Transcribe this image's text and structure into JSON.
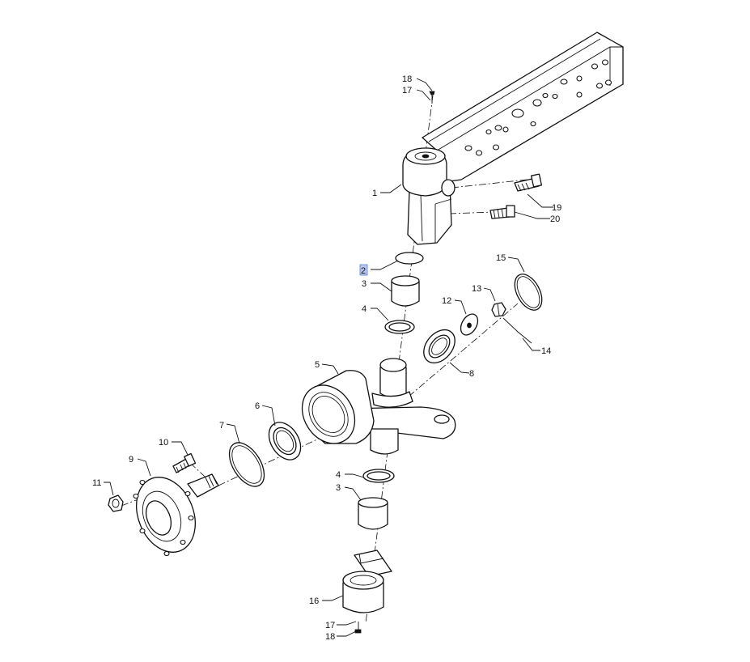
{
  "diagram": {
    "selected_callout": "2",
    "callouts": [
      {
        "id": "c18a",
        "label": "18"
      },
      {
        "id": "c17a",
        "label": "17"
      },
      {
        "id": "c1",
        "label": "1"
      },
      {
        "id": "c19",
        "label": "19"
      },
      {
        "id": "c20",
        "label": "20"
      },
      {
        "id": "c2",
        "label": "2"
      },
      {
        "id": "c3a",
        "label": "3"
      },
      {
        "id": "c4a",
        "label": "4"
      },
      {
        "id": "c5",
        "label": "5"
      },
      {
        "id": "c6",
        "label": "6"
      },
      {
        "id": "c7",
        "label": "7"
      },
      {
        "id": "c8",
        "label": "8"
      },
      {
        "id": "c9",
        "label": "9"
      },
      {
        "id": "c10",
        "label": "10"
      },
      {
        "id": "c11",
        "label": "11"
      },
      {
        "id": "c12",
        "label": "12"
      },
      {
        "id": "c13",
        "label": "13"
      },
      {
        "id": "c14",
        "label": "14"
      },
      {
        "id": "c15",
        "label": "15"
      },
      {
        "id": "c4b",
        "label": "4"
      },
      {
        "id": "c3b",
        "label": "3"
      },
      {
        "id": "c16",
        "label": "16"
      },
      {
        "id": "c17b",
        "label": "17"
      },
      {
        "id": "c18b",
        "label": "18"
      }
    ]
  }
}
